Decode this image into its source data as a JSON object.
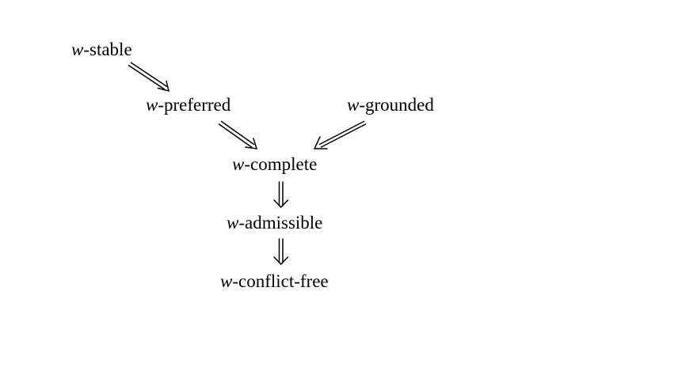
{
  "diagram": {
    "prefix": "w",
    "nodes": {
      "stable": "-stable",
      "preferred": "-preferred",
      "grounded": "-grounded",
      "complete": "-complete",
      "admissible": "-admissible",
      "conflict_free": "-conflict-free"
    },
    "edges": [
      {
        "from": "stable",
        "to": "preferred",
        "style": "double-arrow"
      },
      {
        "from": "preferred",
        "to": "complete",
        "style": "double-arrow"
      },
      {
        "from": "grounded",
        "to": "complete",
        "style": "double-arrow"
      },
      {
        "from": "complete",
        "to": "admissible",
        "style": "double-arrow"
      },
      {
        "from": "admissible",
        "to": "conflict_free",
        "style": "double-arrow"
      }
    ]
  }
}
